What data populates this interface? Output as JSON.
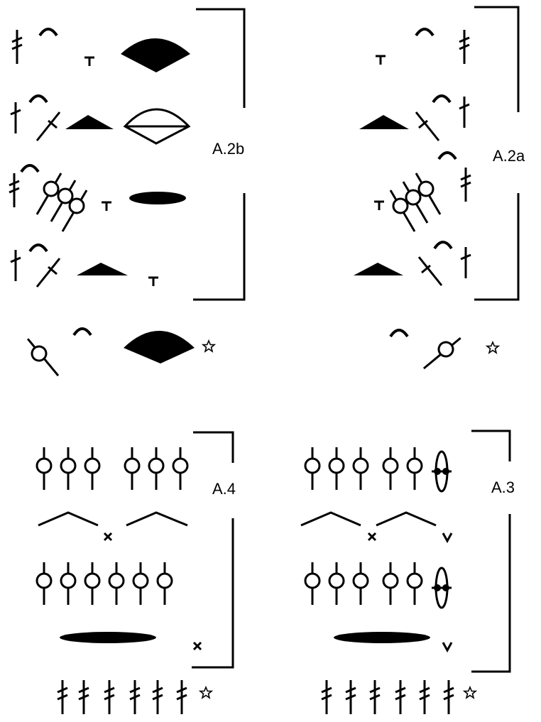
{
  "labels": {
    "a2b": "A.2b",
    "a2a": "A.2a",
    "a4": "A.4",
    "a3": "A.3"
  },
  "colors": {
    "ink": "#000000",
    "paper": "#ffffff"
  },
  "symbol_names": [
    "treble-crochet",
    "double-crochet",
    "half-double-crochet",
    "single-crochet",
    "slip-stitch",
    "chain-arc",
    "chain-space",
    "cluster",
    "popcorn",
    "picot",
    "start-star"
  ]
}
